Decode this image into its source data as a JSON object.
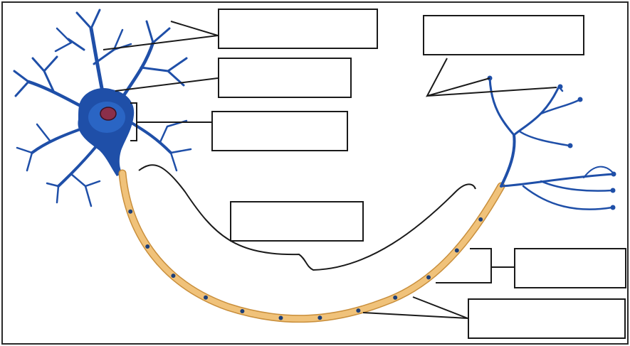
{
  "diagram": {
    "subject": "neuron",
    "labels": [
      {
        "id": "dendrites",
        "text": ""
      },
      {
        "id": "nucleus",
        "text": ""
      },
      {
        "id": "cell-body",
        "text": ""
      },
      {
        "id": "axon",
        "text": ""
      },
      {
        "id": "axon-terminals",
        "text": ""
      },
      {
        "id": "node-of-ranvier",
        "text": ""
      },
      {
        "id": "myelin-sheath",
        "text": ""
      }
    ],
    "colors": {
      "cell_body": "#1f4fa8",
      "cell_body_core": "#2f6fd0",
      "nucleus": "#8a2f4a",
      "myelin": "#f0c27a",
      "myelin_edge": "#c98f3c",
      "node": "#1d3f78",
      "leader_line": "#1a1a1a"
    }
  }
}
